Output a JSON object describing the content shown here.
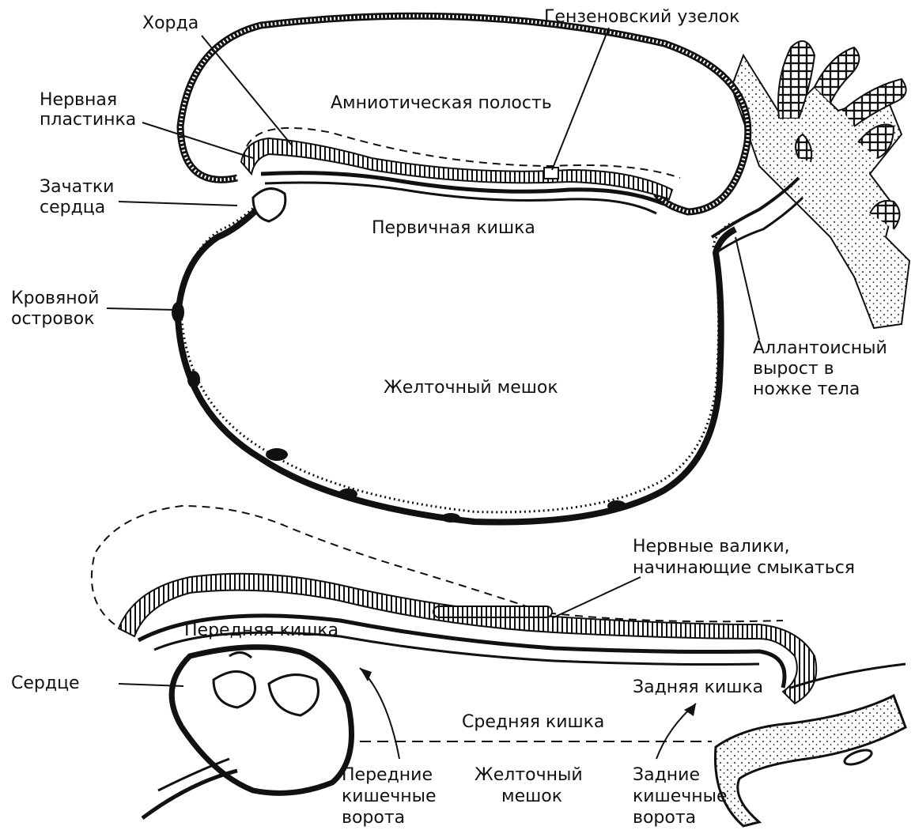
{
  "top_diagram": {
    "labels": {
      "chorda": "Хорда",
      "hensen_node": "Гензеновский узелок",
      "neural_plate_1": "Нервная",
      "neural_plate_2": "пластинка",
      "amniotic_cavity": "Амниотическая полость",
      "heart_primordia_1": "Зачатки",
      "heart_primordia_2": "сердца",
      "primary_gut": "Первичная кишка",
      "blood_island_1": "Кровяной",
      "blood_island_2": "островок",
      "yolk_sac": "Желточный мешок",
      "allantois_1": "Аллантоисный",
      "allantois_2": "вырост в",
      "allantois_3": "ножке тела"
    }
  },
  "bottom_diagram": {
    "labels": {
      "neural_folds_1": "Нервные валики,",
      "neural_folds_2": "начинающие смыкаться",
      "foregut": "Передняя кишка",
      "heart": "Сердце",
      "hindgut": "Задняя кишка",
      "midgut": "Средняя кишка",
      "ant_portal_1": "Передние",
      "ant_portal_2": "кишечные",
      "ant_portal_3": "ворота",
      "yolk_sac_1": "Желточный",
      "yolk_sac_2": "мешок",
      "post_portal_1": "Задние",
      "post_portal_2": "кишечные",
      "post_portal_3": "ворота"
    }
  }
}
